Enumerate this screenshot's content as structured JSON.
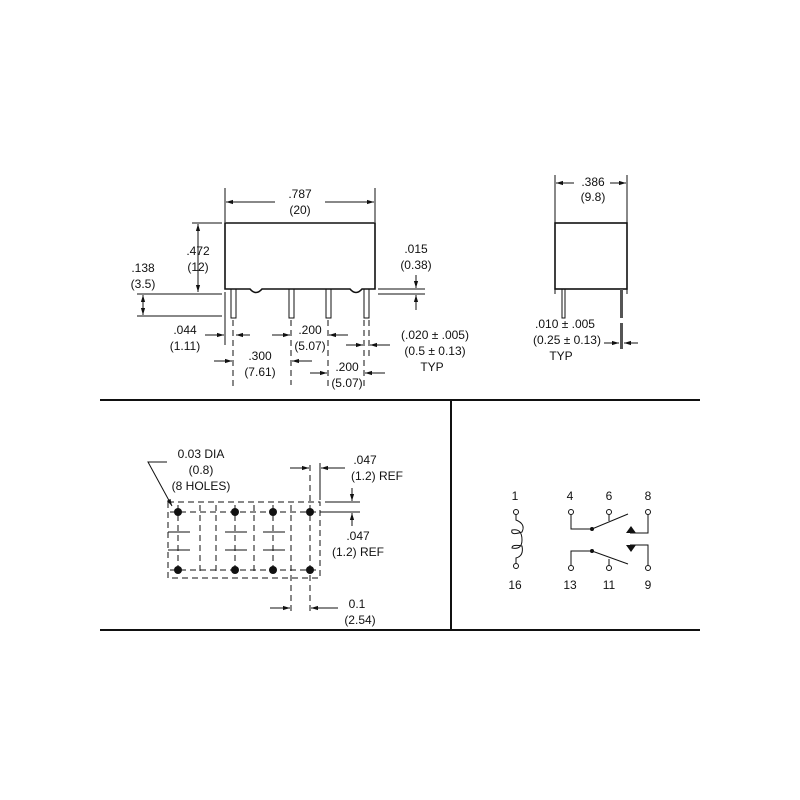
{
  "front_view": {
    "length_in": ".787",
    "length_mm": "(20)",
    "height_in": ".472",
    "height_mm": "(12)",
    "pin_len_in": ".138",
    "pin_len_mm": "(3.5)",
    "standoff_in": ".015",
    "standoff_mm": "(0.38)",
    "edge_in": ".044",
    "edge_mm": "(1.11)",
    "pitch1_in": ".300",
    "pitch1_mm": "(7.61)",
    "pitch2_in": ".200",
    "pitch2_mm": "(5.07)",
    "pitch3_in": ".200",
    "pitch3_mm": "(5.07)",
    "pin_w_in": "(.020 ± .005)",
    "pin_w_mm": "(0.5 ± 0.13)",
    "pin_w_typ": "TYP"
  },
  "side_view": {
    "width_in": ".386",
    "width_mm": "(9.8)",
    "pin_t_in": ".010 ± .005",
    "pin_t_mm": "(0.25 ± 0.13)",
    "pin_t_typ": "TYP"
  },
  "pcb_layout": {
    "hole_dia_in": "0.03 DIA",
    "hole_dia_mm": "(0.8)",
    "hole_count": "(8 HOLES)",
    "ref_x_in": ".047",
    "ref_x_mm": "(1.2) REF",
    "ref_y_in": ".047",
    "ref_y_mm": "(1.2) REF",
    "pitch_in": "0.1",
    "pitch_mm": "(2.54)"
  },
  "schematic": {
    "pins_top": [
      "1",
      "4",
      "6",
      "8"
    ],
    "pins_bottom": [
      "16",
      "13",
      "11",
      "9"
    ]
  }
}
